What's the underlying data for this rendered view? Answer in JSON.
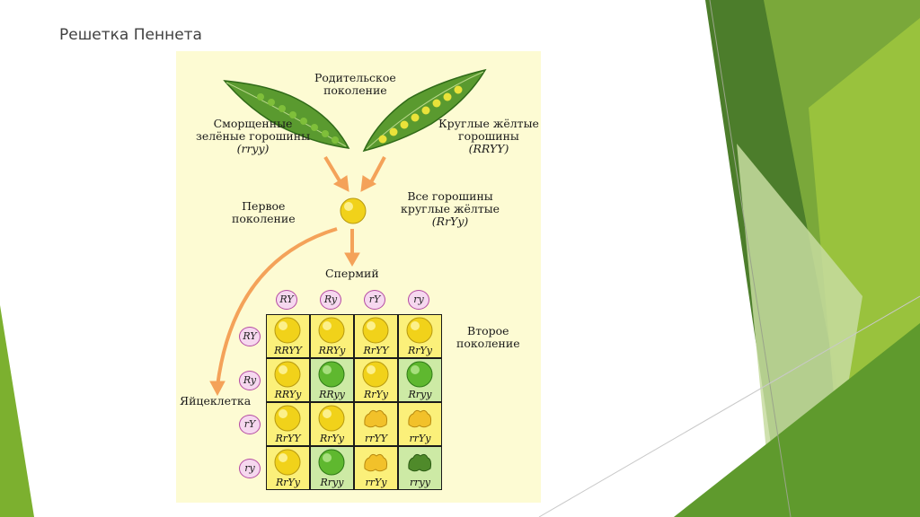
{
  "slide": {
    "title": "Решетка Пеннета"
  },
  "figure": {
    "parent_line1": "Родительское",
    "parent_line2": "поколение",
    "wrinkled_line1": "Сморщенные",
    "wrinkled_line2": "зелёные горошины",
    "wrinkled_geno": "(rryy)",
    "round_line1": "Круглые жёлтые",
    "round_line2": "горошины",
    "round_geno": "(RRYY)",
    "f1_line1": "Первое",
    "f1_line2": "поколение",
    "all_line1": "Все горошины",
    "all_line2": "круглые жёлтые",
    "all_geno": "(RrYy)",
    "sperm": "Спермий",
    "egg": "Яйцеклетка",
    "f2_line1": "Второе",
    "f2_line2": "поколение",
    "sperm_gametes": [
      "RY",
      "Ry",
      "rY",
      "ry"
    ],
    "egg_gametes": [
      "RY",
      "Ry",
      "rY",
      "ry"
    ],
    "grid": [
      [
        {
          "g": "RRYY",
          "pea": "round-yellow"
        },
        {
          "g": "RRYy",
          "pea": "round-yellow"
        },
        {
          "g": "RrYY",
          "pea": "round-yellow"
        },
        {
          "g": "RrYy",
          "pea": "round-yellow"
        }
      ],
      [
        {
          "g": "RRYy",
          "pea": "round-yellow"
        },
        {
          "g": "RRyy",
          "pea": "round-green"
        },
        {
          "g": "RrYy",
          "pea": "round-yellow"
        },
        {
          "g": "Rryy",
          "pea": "round-green"
        }
      ],
      [
        {
          "g": "RrYY",
          "pea": "round-yellow"
        },
        {
          "g": "RrYy",
          "pea": "round-yellow"
        },
        {
          "g": "rrYY",
          "pea": "wrinkled-yellow"
        },
        {
          "g": "rrYy",
          "pea": "wrinkled-yellow"
        }
      ],
      [
        {
          "g": "RrYy",
          "pea": "round-yellow"
        },
        {
          "g": "Rryy",
          "pea": "round-green"
        },
        {
          "g": "rrYy",
          "pea": "wrinkled-yellow"
        },
        {
          "g": "rryy",
          "pea": "wrinkled-green"
        }
      ]
    ]
  },
  "colors": {
    "accent_green": "#8cb82e",
    "dark_green": "#4d7f2c",
    "arrow_orange": "#f4a259",
    "yellow_cell": "#fbf07a",
    "green_cell": "#cdeaa5"
  }
}
